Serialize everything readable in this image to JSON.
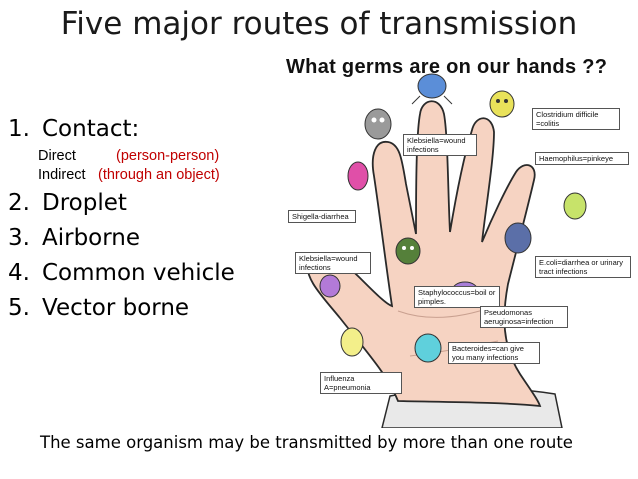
{
  "title": "Five major routes of transmission",
  "list": {
    "contact": {
      "num": "1.",
      "label": "Contact:"
    },
    "direct": {
      "label": "Direct",
      "note": "(person-person)"
    },
    "indirect": {
      "label": "Indirect",
      "note": "(through an object)"
    },
    "droplet": {
      "num": "2.",
      "label": "Droplet"
    },
    "airborne": {
      "num": "3.",
      "label": "Airborne"
    },
    "common_vehicle": {
      "num": "4.",
      "label": "Common vehicle"
    },
    "vector": {
      "num": "5.",
      "label": "Vector borne"
    }
  },
  "figure": {
    "heading": "What germs are on our hands ??",
    "callouts": {
      "clostridium": "Clostridium difficile =colitis",
      "klebsiella_top": "Klebsiella=wound infections",
      "haemophilus": "Haemophilus=pinkeye",
      "shigella": "Shigella-diarrhea",
      "klebsiella_left": "Klebsiella=wound infections",
      "ecoli": "E.coli=diarrhea or urinary tract infections",
      "staph": "Staphylococcus=boil or pimples.",
      "pseudomonas": "Pseudomonas aeruginosa=infection",
      "bacteroides": "Bacteroides=can give you many infections",
      "influenza": "Influenza A=pneumonia"
    }
  },
  "footer": "The same organism may be transmitted by more than one route",
  "colors": {
    "red_note": "#c00000",
    "hand_skin": "#f6d3c2",
    "hand_outline": "#2a2a2a"
  }
}
